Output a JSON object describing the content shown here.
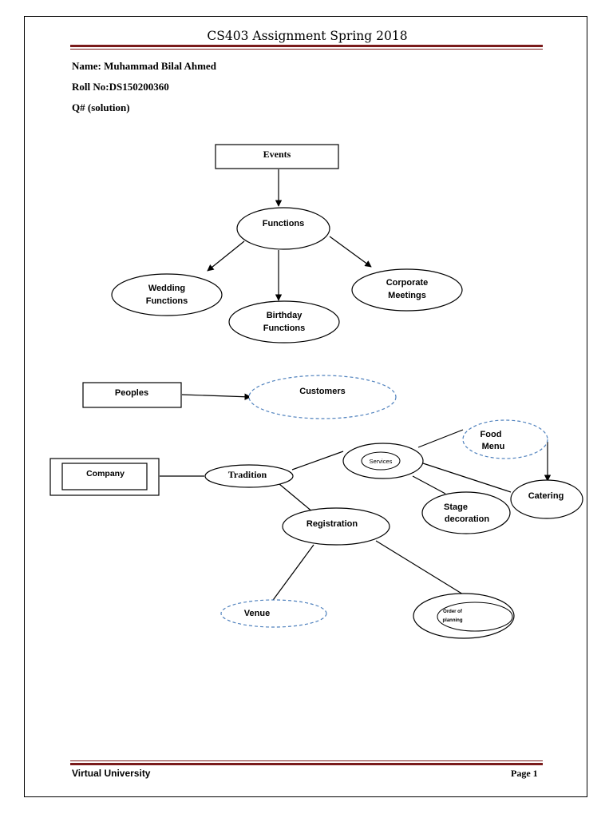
{
  "header": {
    "title": "CS403 Assignment  Spring 2018"
  },
  "student": {
    "name_line": "Name: Muhammad Bilal Ahmed",
    "roll_line": "Roll No:DS150200360",
    "question_line": "Q# (solution)"
  },
  "diagram": {
    "events": "Events",
    "functions": "Functions",
    "wedding_1": "Wedding",
    "wedding_2": "Functions",
    "birthday_1": "Birthday",
    "birthday_2": "Functions",
    "corporate_1": "Corporate",
    "corporate_2": "Meetings",
    "peoples": "Peoples",
    "customers": "Customers",
    "company": "Company",
    "tradition": "Tradition",
    "services": "Services",
    "food_1": "Food",
    "food_2": "Menu",
    "catering": "Catering",
    "stage_1": "Stage",
    "stage_2": "decoration",
    "registration": "Registration",
    "venue": "Venue",
    "order_1": "Order of",
    "order_2": "planning"
  },
  "colors": {
    "rule": "#7a1b1b",
    "dashed_outline": "#4f81bd"
  },
  "footer": {
    "left": "Virtual University",
    "right": "Page 1"
  }
}
